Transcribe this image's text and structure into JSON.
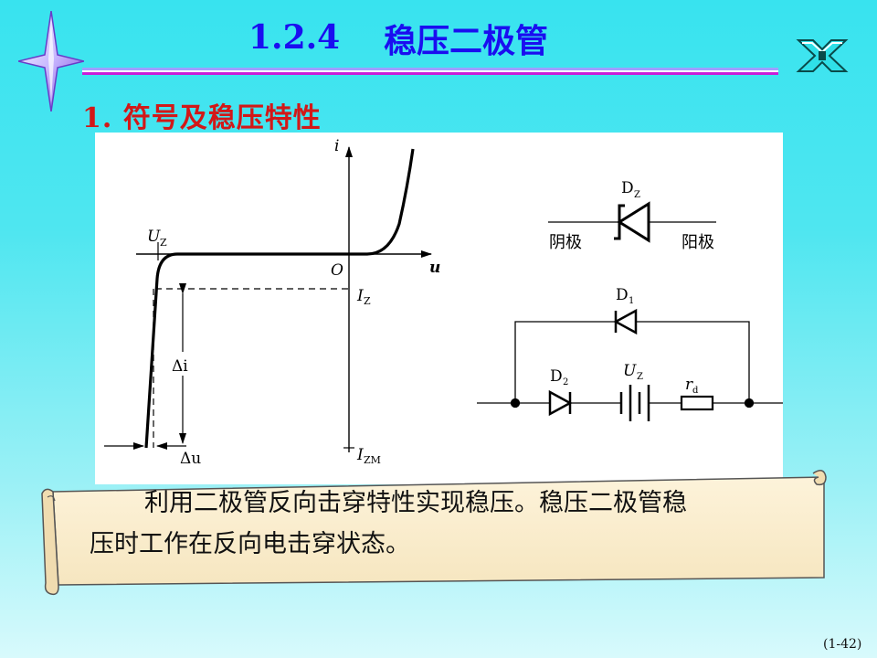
{
  "title": {
    "number": "1.2.4",
    "text": "稳压二极管"
  },
  "section": {
    "number": "1.",
    "text": "符号及稳压特性"
  },
  "graph": {
    "i_axis": "i",
    "u_axis": "u",
    "origin": "O",
    "uz": "U",
    "uz_sub": "Z",
    "iz": "I",
    "iz_sub": "Z",
    "izm": "I",
    "izm_sub": "ZM",
    "delta_i": "Δi",
    "delta_u": "Δu"
  },
  "symbol": {
    "dz": "D",
    "dz_sub": "Z",
    "cathode": "阴极",
    "anode": "阳极"
  },
  "circuit": {
    "d1": "D",
    "d1_sub": "1",
    "d2": "D",
    "d2_sub": "2",
    "uz": "U",
    "uz_sub": "Z",
    "rd": "r",
    "rd_sub": "d"
  },
  "body": {
    "line1": "利用二极管反向击穿特性实现稳压。稳压二极管稳",
    "line2": "压时工作在反向电击穿状态。"
  },
  "page_number": "(1-42)",
  "colors": {
    "title": "#1a0ef0",
    "section": "#d21818",
    "scroll": "#fbefd3"
  }
}
